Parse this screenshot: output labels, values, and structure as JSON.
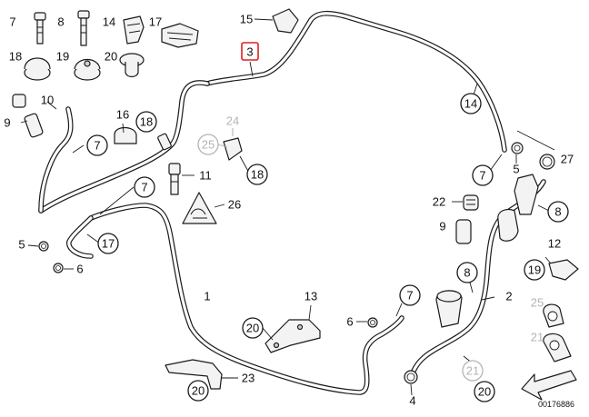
{
  "diagram": {
    "document_number": "00176886",
    "highlighted_part": "3",
    "callouts": [
      {
        "id": "7-a",
        "number": "7",
        "style": "plain"
      },
      {
        "id": "8-a",
        "number": "8",
        "style": "plain"
      },
      {
        "id": "14-a",
        "number": "14",
        "style": "plain"
      },
      {
        "id": "17-a",
        "number": "17",
        "style": "plain"
      },
      {
        "id": "18-a",
        "number": "18",
        "style": "plain"
      },
      {
        "id": "19-a",
        "number": "19",
        "style": "plain"
      },
      {
        "id": "20-a",
        "number": "20",
        "style": "plain"
      },
      {
        "id": "15",
        "number": "15",
        "style": "plain"
      },
      {
        "id": "3",
        "number": "3",
        "style": "boxed"
      },
      {
        "id": "10",
        "number": "10",
        "style": "plain"
      },
      {
        "id": "9-a",
        "number": "9",
        "style": "plain"
      },
      {
        "id": "16",
        "number": "16",
        "style": "plain"
      },
      {
        "id": "18-b",
        "number": "18",
        "style": "circle"
      },
      {
        "id": "7-b",
        "number": "7",
        "style": "circle"
      },
      {
        "id": "24",
        "number": "24",
        "style": "gray"
      },
      {
        "id": "25-a",
        "number": "25",
        "style": "gray-circle"
      },
      {
        "id": "18-c",
        "number": "18",
        "style": "circle"
      },
      {
        "id": "11",
        "number": "11",
        "style": "plain"
      },
      {
        "id": "7-c",
        "number": "7",
        "style": "circle"
      },
      {
        "id": "26",
        "number": "26",
        "style": "plain"
      },
      {
        "id": "5-a",
        "number": "5",
        "style": "plain"
      },
      {
        "id": "17-b",
        "number": "17",
        "style": "circle"
      },
      {
        "id": "6-a",
        "number": "6",
        "style": "plain"
      },
      {
        "id": "1",
        "number": "1",
        "style": "plain"
      },
      {
        "id": "13",
        "number": "13",
        "style": "plain"
      },
      {
        "id": "20-b",
        "number": "20",
        "style": "circle"
      },
      {
        "id": "23",
        "number": "23",
        "style": "plain"
      },
      {
        "id": "20-c",
        "number": "20",
        "style": "circle"
      },
      {
        "id": "14-b",
        "number": "14",
        "style": "circle"
      },
      {
        "id": "7-d",
        "number": "7",
        "style": "circle"
      },
      {
        "id": "5-b",
        "number": "5",
        "style": "plain"
      },
      {
        "id": "27",
        "number": "27",
        "style": "plain"
      },
      {
        "id": "22",
        "number": "22",
        "style": "plain"
      },
      {
        "id": "9-b",
        "number": "9",
        "style": "plain"
      },
      {
        "id": "8-b",
        "number": "8",
        "style": "circle"
      },
      {
        "id": "12",
        "number": "12",
        "style": "plain"
      },
      {
        "id": "8-c",
        "number": "8",
        "style": "circle"
      },
      {
        "id": "19-b",
        "number": "19",
        "style": "circle"
      },
      {
        "id": "7-e",
        "number": "7",
        "style": "circle"
      },
      {
        "id": "6-b",
        "number": "6",
        "style": "plain"
      },
      {
        "id": "2",
        "number": "2",
        "style": "plain"
      },
      {
        "id": "25-b",
        "number": "25",
        "style": "gray"
      },
      {
        "id": "21-a",
        "number": "21",
        "style": "gray"
      },
      {
        "id": "21-b",
        "number": "21",
        "style": "gray-circle"
      },
      {
        "id": "4",
        "number": "4",
        "style": "plain"
      },
      {
        "id": "20-d",
        "number": "20",
        "style": "circle"
      }
    ]
  }
}
